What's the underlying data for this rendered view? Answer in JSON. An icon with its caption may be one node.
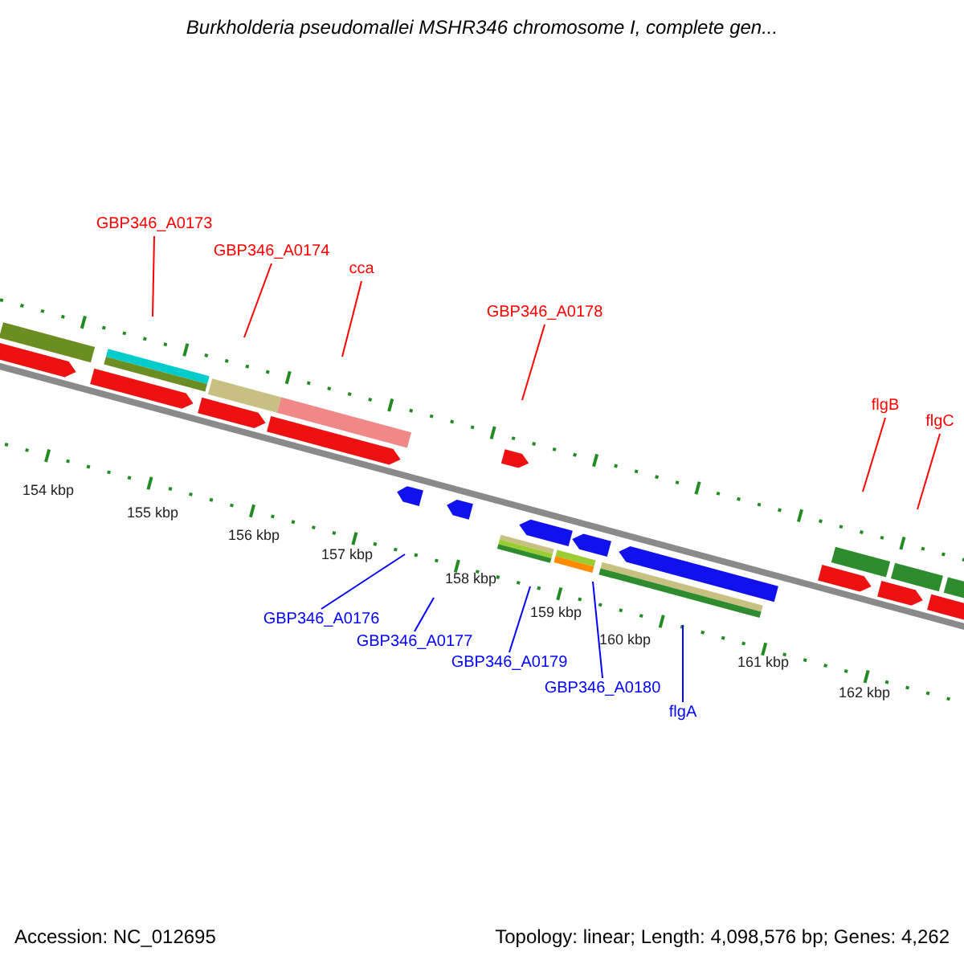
{
  "diagram": {
    "title": "Burkholderia pseudomallei MSHR346 chromosome I, complete gen...",
    "nodes": [
      {
        "text": [
          "GBP346_A0173"
        ]
      },
      {
        "text": [
          "GBP346_A0174"
        ]
      },
      {
        "text": [
          "cca"
        ]
      },
      {
        "text": [
          "GBP346_A0178"
        ]
      },
      {
        "text": [
          "flgB"
        ]
      },
      {
        "text": [
          "flgC"
        ]
      },
      {
        "text": [
          "GBP346_A0176"
        ]
      },
      {
        "text": [
          "GBP346_A0177"
        ]
      },
      {
        "text": [
          "GBP346_A0179"
        ]
      },
      {
        "text": [
          "GBP346_A0180"
        ]
      },
      {
        "text": [
          "flgA"
        ]
      }
    ],
    "edges": [
      {
        "from": 0,
        "to": null,
        "arrow": "none"
      },
      {
        "from": 1,
        "to": null,
        "arrow": "none"
      },
      {
        "from": 2,
        "to": null,
        "arrow": "none"
      },
      {
        "from": 3,
        "to": null,
        "arrow": "none"
      },
      {
        "from": 4,
        "to": null,
        "arrow": "none"
      },
      {
        "from": 5,
        "to": null,
        "arrow": "none"
      },
      {
        "from": 6,
        "to": null,
        "arrow": "none",
        "color": "#0000ff"
      },
      {
        "from": 7,
        "to": null,
        "arrow": "none",
        "color": "#0000ff"
      },
      {
        "from": 8,
        "to": null,
        "arrow": "none",
        "color": "#0000ff"
      },
      {
        "from": 9,
        "to": null,
        "arrow": "none",
        "color": "#0000ff"
      },
      {
        "from": 10,
        "to": null,
        "arrow": "none",
        "color": "#0000ff"
      }
    ],
    "labels": [
      "154 kbp",
      "155 kbp",
      "156 kbp",
      "157 kbp",
      "158 kbp",
      "159 kbp",
      "160 kbp",
      "161 kbp",
      "162 kbp",
      "Accession: NC_012695",
      "Topology: linear; Length: 4,098,576 bp; Genes: 4,262"
    ]
  }
}
